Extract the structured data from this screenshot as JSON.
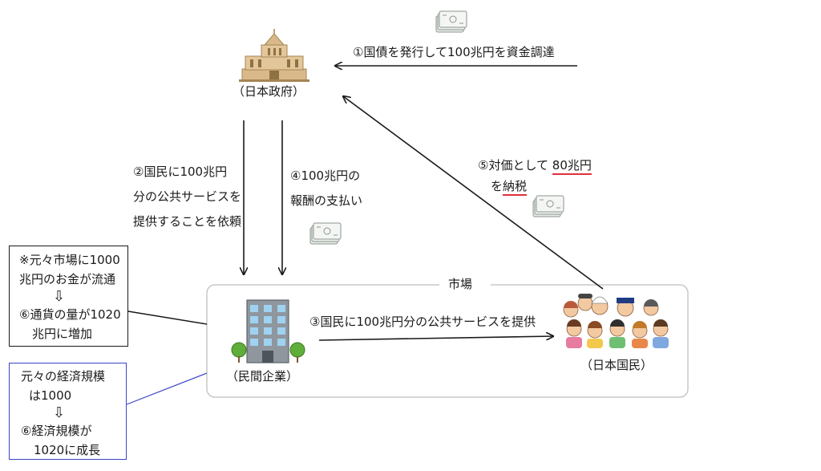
{
  "government": {
    "label": "（日本政府）"
  },
  "company": {
    "label": "（民間企業）"
  },
  "citizens": {
    "label": "（日本国民）"
  },
  "market": {
    "label": "市場"
  },
  "flows": {
    "step1": "①国債を発行して100兆円を資金調達",
    "step2": [
      "②国民に100兆円",
      "分の公共サービスを",
      "提供することを依頼"
    ],
    "step3": "③国民に100兆円分の公共サービスを提供",
    "step4": [
      "④100兆円の",
      "報酬の支払い"
    ],
    "step5": {
      "prefix": "⑤対価として ",
      "amount": "80兆円",
      "line2_prefix": "を",
      "line2_term": "納税"
    }
  },
  "note_money": {
    "line1": "※元々市場に1000",
    "line2": "兆円のお金が流通",
    "arrow": "⇩",
    "line3": "⑥通貨の量が1020",
    "line4": "兆円に増加"
  },
  "note_economy": {
    "line1": "元々の経済規模",
    "line2": "は1000",
    "arrow": "⇩",
    "line3": "⑥経済規模が",
    "line4": "1020に成長"
  },
  "colors": {
    "note_money_border": "#1a1a1a",
    "note_economy_border": "#3b45c8",
    "market_border": "#c8c8c8",
    "underline": "#e0303a"
  }
}
